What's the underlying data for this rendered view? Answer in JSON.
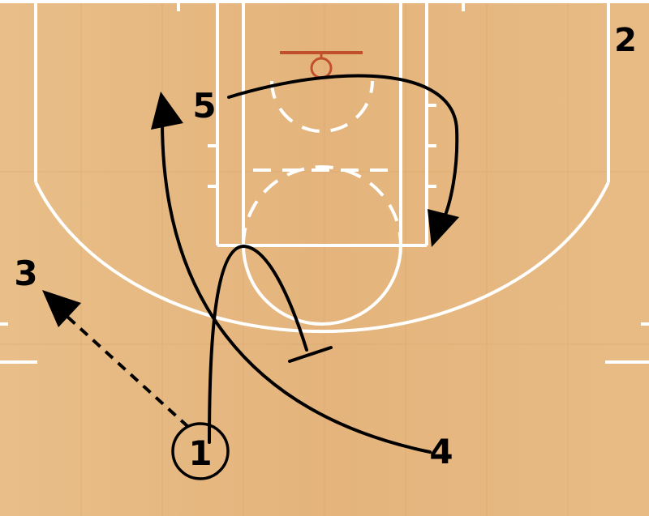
{
  "diagram": {
    "players": [
      {
        "id": "p1",
        "label": "1"
      },
      {
        "id": "p2",
        "label": "2"
      },
      {
        "id": "p3",
        "label": "3"
      },
      {
        "id": "p4",
        "label": "4"
      },
      {
        "id": "p5",
        "label": "5"
      }
    ],
    "colors": {
      "court_wood": "#e8bd87",
      "court_lines": "#ffffff",
      "rim": "#c0502c",
      "ink": "#000000"
    }
  }
}
